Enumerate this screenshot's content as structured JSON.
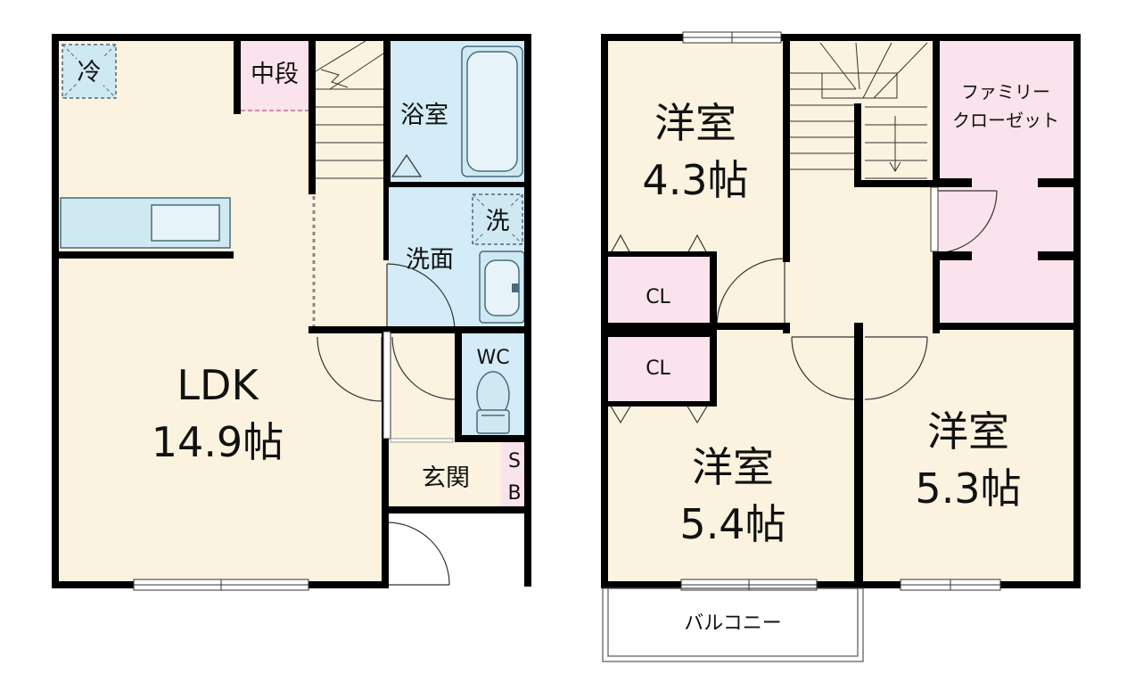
{
  "colors": {
    "living": "#fbf3df",
    "wet": "#d3ecf7",
    "storage": "#fae3ec",
    "wall": "#000000",
    "fixture_fill": "#cfe9f3",
    "fixture_stroke": "#4a6b78"
  },
  "first_floor": {
    "ldk": {
      "name": "LDK",
      "size": "14.9帖"
    },
    "fridge": "冷",
    "chudan": "中段",
    "bath": "浴室",
    "washer": "洗",
    "washroom": "洗面",
    "toilet": "WC",
    "entrance": "玄関",
    "shoe_box_s": "S",
    "shoe_box_b": "B"
  },
  "second_floor": {
    "room_a": {
      "name": "洋室",
      "size": "4.3帖"
    },
    "room_b": {
      "name": "洋室",
      "size": "5.4帖"
    },
    "room_c": {
      "name": "洋室",
      "size": "5.3帖"
    },
    "closet_a": "CL",
    "closet_b": "CL",
    "family_closet_1": "ファミリー",
    "family_closet_2": "クローゼット",
    "balcony": "バルコニー"
  }
}
